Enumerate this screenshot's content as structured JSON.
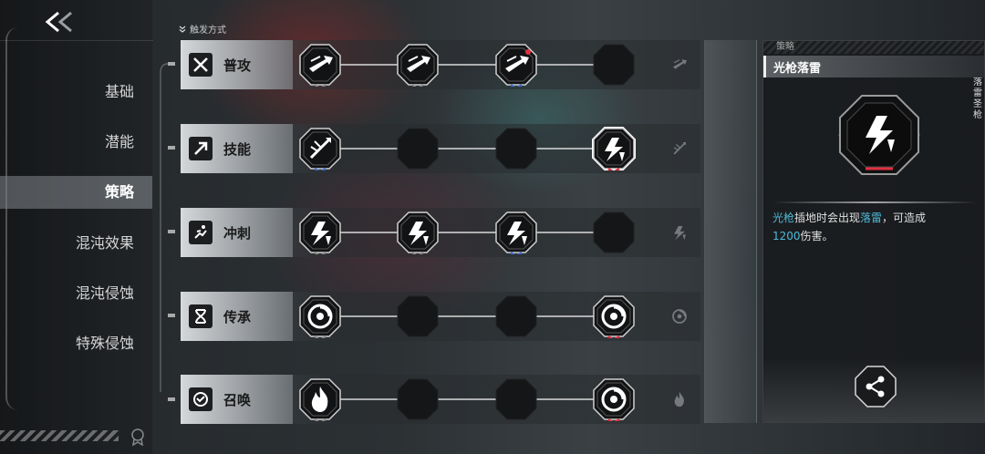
{
  "nav": {
    "items": [
      {
        "label": "基础",
        "active": false
      },
      {
        "label": "潜能",
        "active": false
      },
      {
        "label": "策略",
        "active": true
      },
      {
        "label": "混沌效果",
        "active": false
      },
      {
        "label": "混沌侵蚀",
        "active": false
      },
      {
        "label": "特殊侵蚀",
        "active": false
      }
    ]
  },
  "header": {
    "trigger_label": "触发方式"
  },
  "rows": [
    {
      "label": "普攻",
      "icon": "crossed-swords-icon"
    },
    {
      "label": "技能",
      "icon": "arrow-up-right-icon"
    },
    {
      "label": "冲刺",
      "icon": "dash-runner-icon"
    },
    {
      "label": "传承",
      "icon": "dna-helix-icon"
    },
    {
      "label": "召唤",
      "icon": "summon-swirl-icon"
    }
  ],
  "panel": {
    "section": "策略",
    "title": "光枪落雷",
    "side_text": "落雷 圣枪",
    "desc_part1": "光枪",
    "desc_part2": "插地时会出现",
    "desc_part3": "落雷",
    "desc_part4": "，可造成",
    "desc_part5": "1200",
    "desc_part6": "伤害。"
  },
  "colors": {
    "accent_blue": "#4fb8d8",
    "accent_red": "#e03040",
    "active_blue": "#3a6cd0"
  }
}
